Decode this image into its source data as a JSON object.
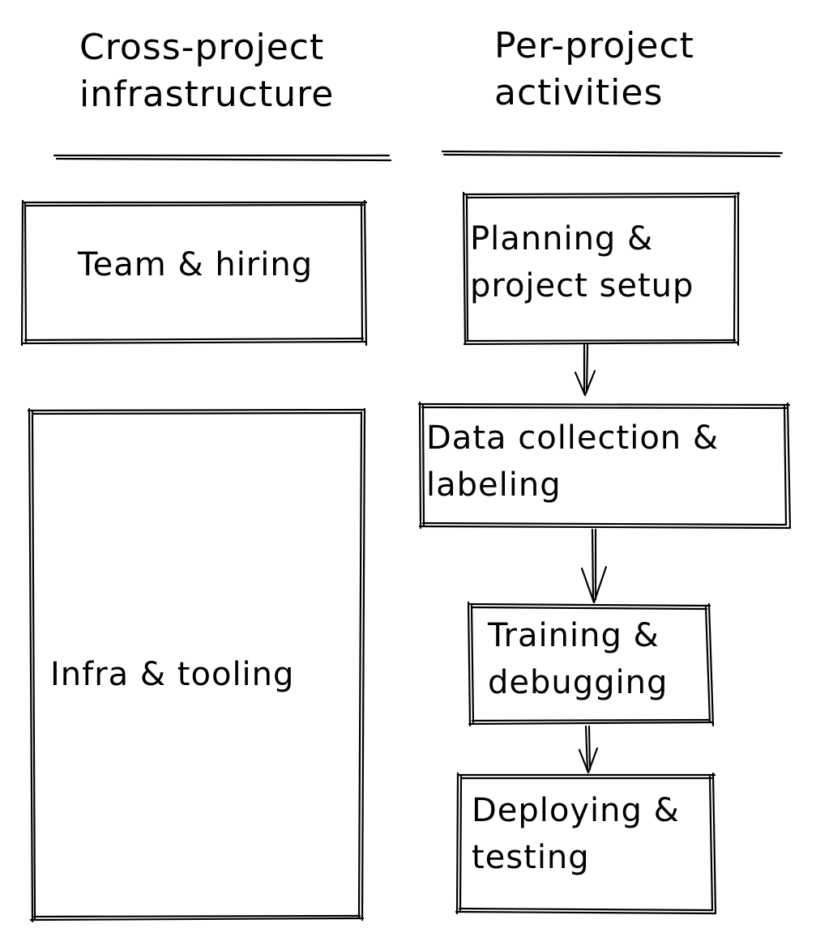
{
  "columns": {
    "left": {
      "heading_line1": "Cross-project",
      "heading_line2": "infrastructure"
    },
    "right": {
      "heading_line1": "Per-project",
      "heading_line2": "activities"
    }
  },
  "left_boxes": [
    {
      "label_line1": "Team & hiring"
    },
    {
      "label_line1": "Infra & tooling"
    }
  ],
  "flow_steps": [
    {
      "label_line1": "Planning &",
      "label_line2": "project setup"
    },
    {
      "label_line1": "Data collection &",
      "label_line2": "labeling"
    },
    {
      "label_line1": "Training &",
      "label_line2": "debugging"
    },
    {
      "label_line1": "Deploying &",
      "label_line2": "testing"
    }
  ],
  "colors": {
    "ink": "#000000",
    "background": "#ffffff"
  }
}
